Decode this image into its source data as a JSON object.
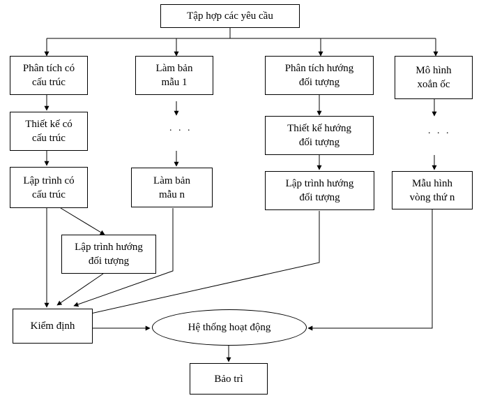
{
  "nodes": {
    "root": "Tập hợp các yêu cầu",
    "sa_analysis": "Phân tích có\ncấu trúc",
    "sa_design": "Thiết kế có\ncấu trúc",
    "sa_programming": "Lập trình có\ncấu trúc",
    "proto_1": "Làm bản\nmẫu 1",
    "proto_n": "Làm bản\nmẫu n",
    "oo_analysis": "Phân tích hướng\nđối tượng",
    "oo_design": "Thiết kế hướng\nđối tượng",
    "oo_programming": "Lập trình hướng\nđối tượng",
    "spiral_model": "Mô hình\nxoắn ốc",
    "spiral_n": "Mẫu hình\nvòng thứ n",
    "mid_oo_programming": "Lập trình hướng\nđối tượng",
    "verification": "Kiểm định",
    "operating_system": "Hệ thống hoạt động",
    "maintenance": "Bảo trì"
  },
  "ellipsis": {
    "proto": ". . .",
    "spiral": ". . ."
  }
}
